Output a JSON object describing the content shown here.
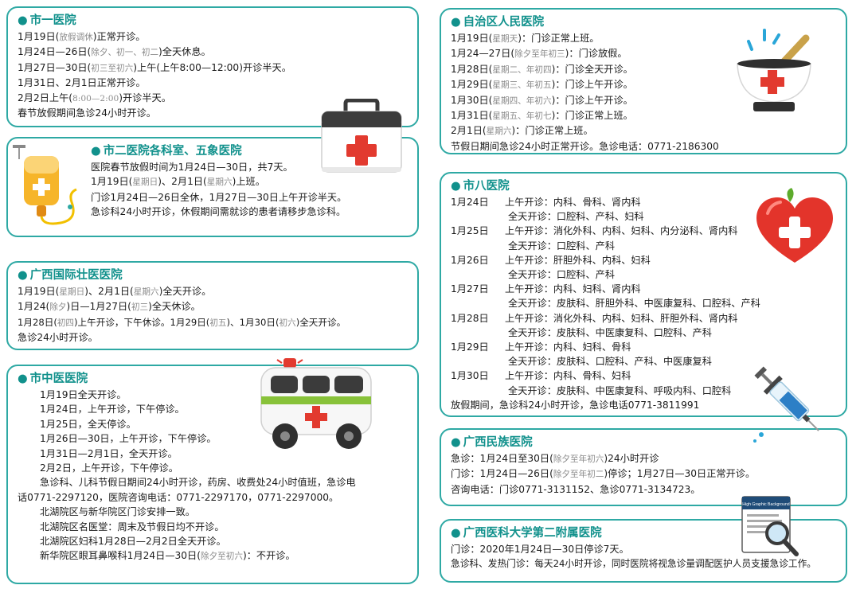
{
  "c1": {
    "title": "市一医院",
    "l1a": "1月19日(",
    "l1n": "放假调休",
    "l1b": ")正常开诊。",
    "l2a": "1月24日—26日(",
    "l2n": "除夕、初一、初二",
    "l2b": ")全天休息。",
    "l3a": "1月27日—30日(",
    "l3n": "初三至初六",
    "l3b": ")上午(上午8:00—12:00)开诊半天。",
    "l4": "1月31日、2月1日正常开诊。",
    "l5a": "2月2日上午(",
    "l5n": "8:00—2:00",
    "l5b": ")开诊半天。",
    "l6": "春节放假期间急诊24小时开诊。"
  },
  "c2": {
    "title": "市二医院各科室、五象医院",
    "l1": "医院春节放假时间为1月24日—30日，共7天。",
    "l2a": "1月19日(",
    "l2n1": "星期日",
    "l2b": ")、2月1日(",
    "l2n2": "星期六",
    "l2c": ")上班。",
    "l3": "门诊1月24日—26日全休，1月27日—30日上午开诊半天。",
    "l4": "急诊科24小时开诊，休假期间需就诊的患者请移步急诊科。"
  },
  "c3": {
    "title": "广西国际壮医医院",
    "l1a": "1月19日(",
    "l1n1": "星期日",
    "l1b": ")、2月1日(",
    "l1n2": "星期六",
    "l1c": ")全天开诊。",
    "l2a": "1月24(",
    "l2n1": "除夕",
    "l2b": ")日—1月27日(",
    "l2n2": "初三",
    "l2c": ")全天休诊。",
    "l3a": "1月28日(",
    "l3n1": "初四",
    "l3b": ")上午开诊，下午休诊。1月29日(",
    "l3n2": "初五",
    "l3c": ")、1月30日(",
    "l3n3": "初六",
    "l3d": ")全天开诊。",
    "l4": "急诊24小时开诊。"
  },
  "c4": {
    "title": "市中医医院",
    "l1": "1月19日全天开诊。",
    "l2": "1月24日，上午开诊，下午停诊。",
    "l3": "1月25日，全天停诊。",
    "l4": "1月26日—30日，上午开诊，下午停诊。",
    "l5": "1月31日—2月1日，全天开诊。",
    "l6": "2月2日，上午开诊，下午停诊。",
    "l7": "急诊科、儿科节假日期间24小时开诊，药房、收费处24小时值班，急诊电",
    "l8": "话0771-2297120，医院咨询电话：0771-2297170，0771-2297000。",
    "l9": "北湖院区与新华院区门诊安排一致。",
    "l10": "北湖院区名医堂：周末及节假日均不开诊。",
    "l11": "北湖院区妇科1月28日—2月2日全天开诊。",
    "l12a": "新华院区眼耳鼻喉科1月24日—30日(",
    "l12n": "除夕至初六",
    "l12b": ")：不开诊。"
  },
  "c5": {
    "title": "自治区人民医院",
    "l1a": "1月19日(",
    "l1n": "星期天",
    "l1b": ")：门诊正常上班。",
    "l2a": "1月24—27日(",
    "l2n": "除夕至年初三",
    "l2b": ")：门诊放假。",
    "l3a": "1月28日(",
    "l3n": "星期二、年初四",
    "l3b": ")：门诊全天开诊。",
    "l4a": "1月29日(",
    "l4n": "星期三、年初五",
    "l4b": ")：门诊上午开诊。",
    "l5a": "1月30日(",
    "l5n": "星期四、年初六",
    "l5b": ")：门诊上午开诊。",
    "l6a": "1月31日(",
    "l6n": "星期五、年初七",
    "l6b": ")：门诊正常上班。",
    "l7a": "2月1日(",
    "l7n": "星期六",
    "l7b": ")：门诊正常上班。",
    "l8": "节假日期间急诊24小时正常开诊。急诊电话：0771-2186300"
  },
  "c6": {
    "title": "市八医院",
    "rows": [
      {
        "d": "1月24日",
        "am": "上午开诊：内科、骨科、肾内科",
        "all": "全天开诊：口腔科、产科、妇科"
      },
      {
        "d": "1月25日",
        "am": "上午开诊：消化外科、内科、妇科、内分泌科、肾内科",
        "all": "全天开诊：口腔科、产科"
      },
      {
        "d": "1月26日",
        "am": "上午开诊：肝胆外科、内科、妇科",
        "all": "全天开诊：口腔科、产科"
      },
      {
        "d": "1月27日",
        "am": "上午开诊：内科、妇科、肾内科",
        "all": "全天开诊：皮肤科、肝胆外科、中医康复科、口腔科、产科"
      },
      {
        "d": "1月28日",
        "am": "上午开诊：消化外科、内科、妇科、肝胆外科、肾内科",
        "all": "全天开诊：皮肤科、中医康复科、口腔科、产科"
      },
      {
        "d": "1月29日",
        "am": "上午开诊：内科、妇科、骨科",
        "all": "全天开诊：皮肤科、口腔科、产科、中医康复科"
      },
      {
        "d": "1月30日",
        "am": "上午开诊：内科、骨科、妇科",
        "all": "全天开诊：皮肤科、中医康复科、呼吸内科、口腔科"
      }
    ],
    "foot": "放假期间，急诊科24小时开诊，急诊电话0771-3811991"
  },
  "c7": {
    "title": "广西民族医院",
    "l1a": "急诊：1月24日至30日(",
    "l1n": "除夕至年初六",
    "l1b": ")24小时开诊",
    "l2a": "门诊：1月24日—26日(",
    "l2n": "除夕至年初二",
    "l2b": ")停诊；1月27日—30日正常开诊。",
    "l3": "咨询电话：门诊0771-3131152、急诊0771-3134723。"
  },
  "c8": {
    "title": "广西医科大学第二附属医院",
    "l1": "门诊：2020年1月24日—30日停诊7天。",
    "l2": "急诊科、发热门诊：每天24小时开诊，同时医院将视急诊量调配医护人员支援急诊工作。"
  },
  "icons": {
    "medkit": "first-aid-kit-icon",
    "iv": "iv-drip-icon",
    "ambulance": "ambulance-icon",
    "bowl": "mortar-bowl-icon",
    "heart": "heart-apple-icon",
    "syringe": "syringe-icon",
    "report": "magnifier-report-icon",
    "report_text": "High Graphic Background"
  },
  "colors": {
    "accent": "#2ea9a4",
    "title": "#11918c",
    "red": "#e23a2f"
  }
}
